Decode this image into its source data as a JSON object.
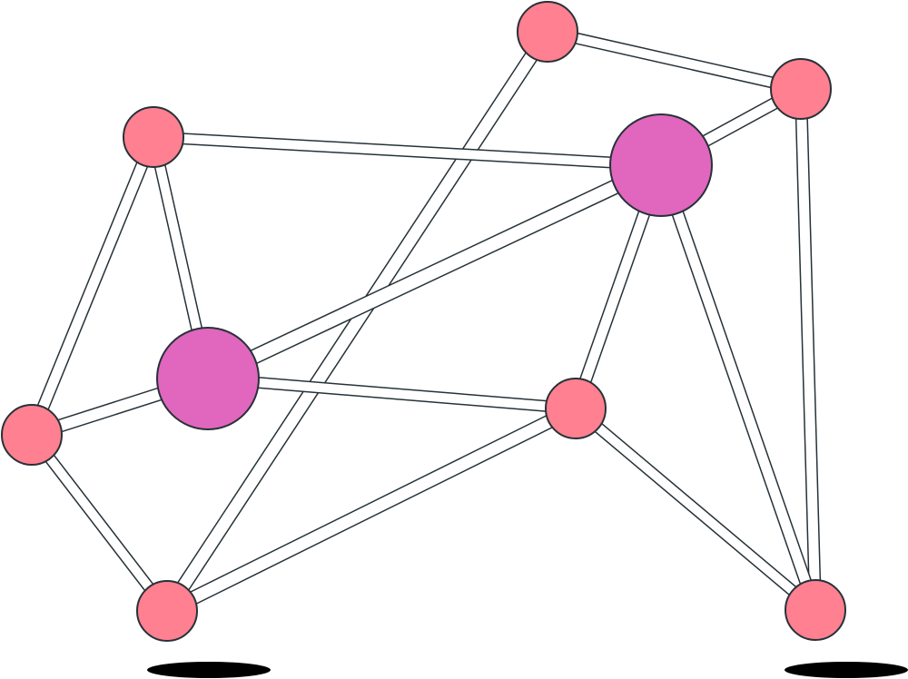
{
  "diagram": {
    "colors": {
      "node_small": "#FF8090",
      "node_large": "#E066BE",
      "outline": "#263238",
      "edge_fill": "#FFFFFF",
      "shadow": "#000000"
    },
    "nodes": [
      {
        "id": "a",
        "kind": "small"
      },
      {
        "id": "b",
        "kind": "small"
      },
      {
        "id": "c",
        "kind": "small"
      },
      {
        "id": "d",
        "kind": "large"
      },
      {
        "id": "e",
        "kind": "large"
      },
      {
        "id": "f",
        "kind": "small"
      },
      {
        "id": "g",
        "kind": "small"
      },
      {
        "id": "h",
        "kind": "small"
      },
      {
        "id": "i",
        "kind": "small"
      }
    ],
    "edges": [
      [
        "a",
        "b"
      ],
      [
        "a",
        "h"
      ],
      [
        "b",
        "d"
      ],
      [
        "b",
        "i"
      ],
      [
        "c",
        "d"
      ],
      [
        "c",
        "e"
      ],
      [
        "c",
        "f"
      ],
      [
        "d",
        "e"
      ],
      [
        "d",
        "g"
      ],
      [
        "d",
        "i"
      ],
      [
        "e",
        "f"
      ],
      [
        "e",
        "g"
      ],
      [
        "f",
        "h"
      ],
      [
        "g",
        "h"
      ],
      [
        "g",
        "i"
      ]
    ]
  }
}
